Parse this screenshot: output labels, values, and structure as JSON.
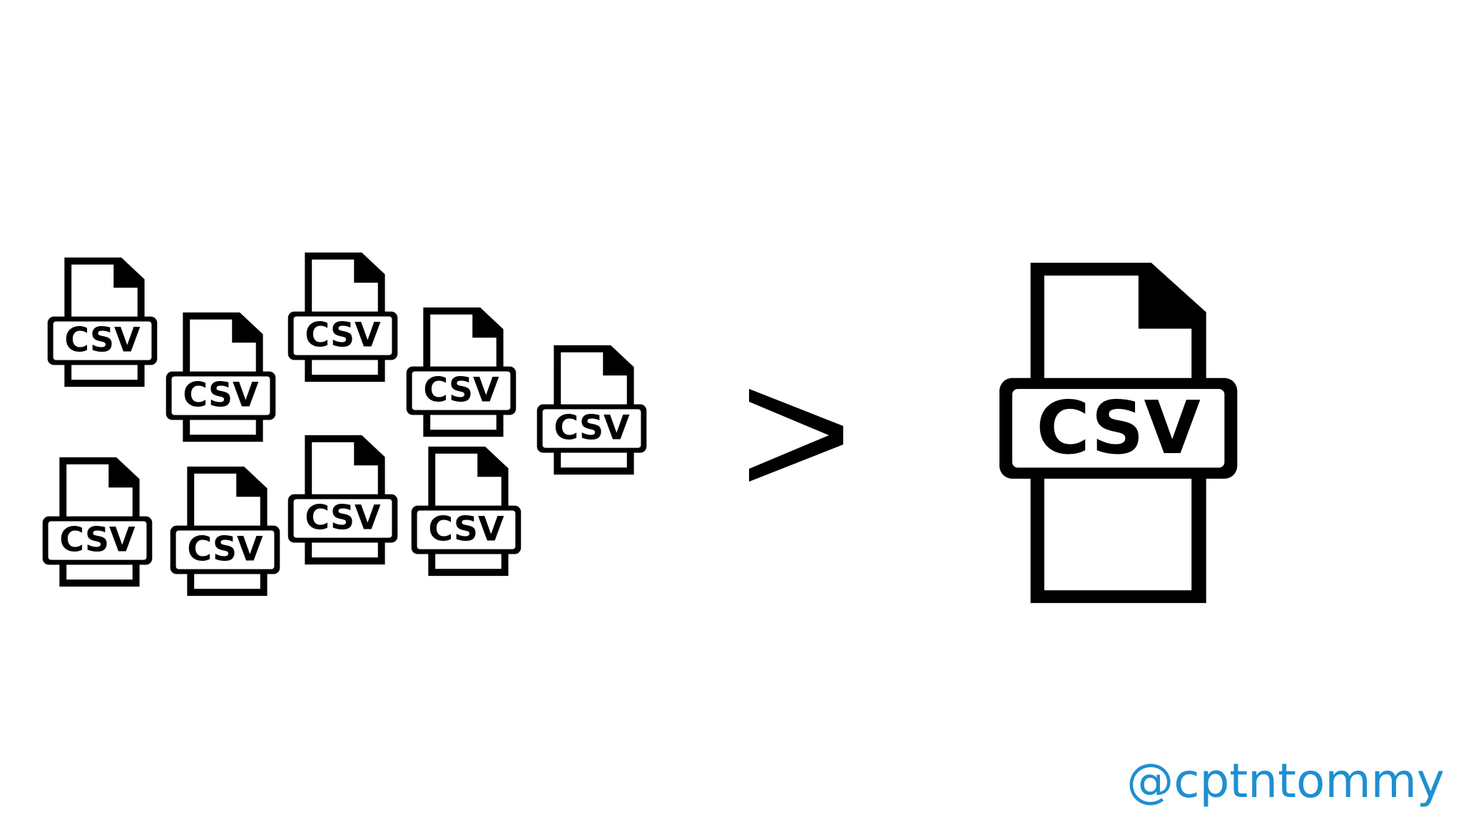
{
  "file_label": "CSV",
  "left_group": {
    "description": "many small CSV file icons",
    "icon": "csv-file-icon",
    "count": 9
  },
  "comparison_symbol": ">",
  "right_icon": {
    "icon": "csv-file-icon",
    "label": "CSV"
  },
  "credit": "@cptntommy",
  "colors": {
    "background": "#ffffff",
    "icon": "#000000",
    "credit": "#1e8fd0"
  }
}
